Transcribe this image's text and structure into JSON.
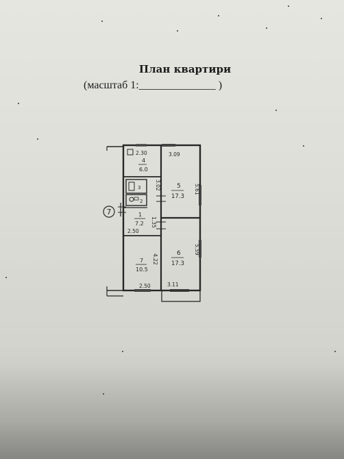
{
  "header": {
    "title": "План квартири",
    "scale_label": "(масштаб 1:",
    "scale_blank": "______________",
    "scale_close": " )"
  },
  "plan": {
    "entry_marker": "7",
    "rooms": [
      {
        "id": "4",
        "area": "6.0"
      },
      {
        "id": "5",
        "area": "17.3"
      },
      {
        "id": "3",
        "area": ""
      },
      {
        "id": "2",
        "area": ""
      },
      {
        "id": "1",
        "area": "7.2"
      },
      {
        "id": "6",
        "area": "17.3"
      },
      {
        "id": "7",
        "area": "10.5"
      }
    ],
    "dimensions": {
      "d_230": "2.30",
      "d_309": "3.09",
      "d_302": "3.02",
      "d_561": "5.61",
      "d_135": "1.35",
      "d_250a": "2.50",
      "d_559": "5.59",
      "d_422": "4.22",
      "d_250b": "2.50",
      "d_311": "3.11"
    }
  }
}
